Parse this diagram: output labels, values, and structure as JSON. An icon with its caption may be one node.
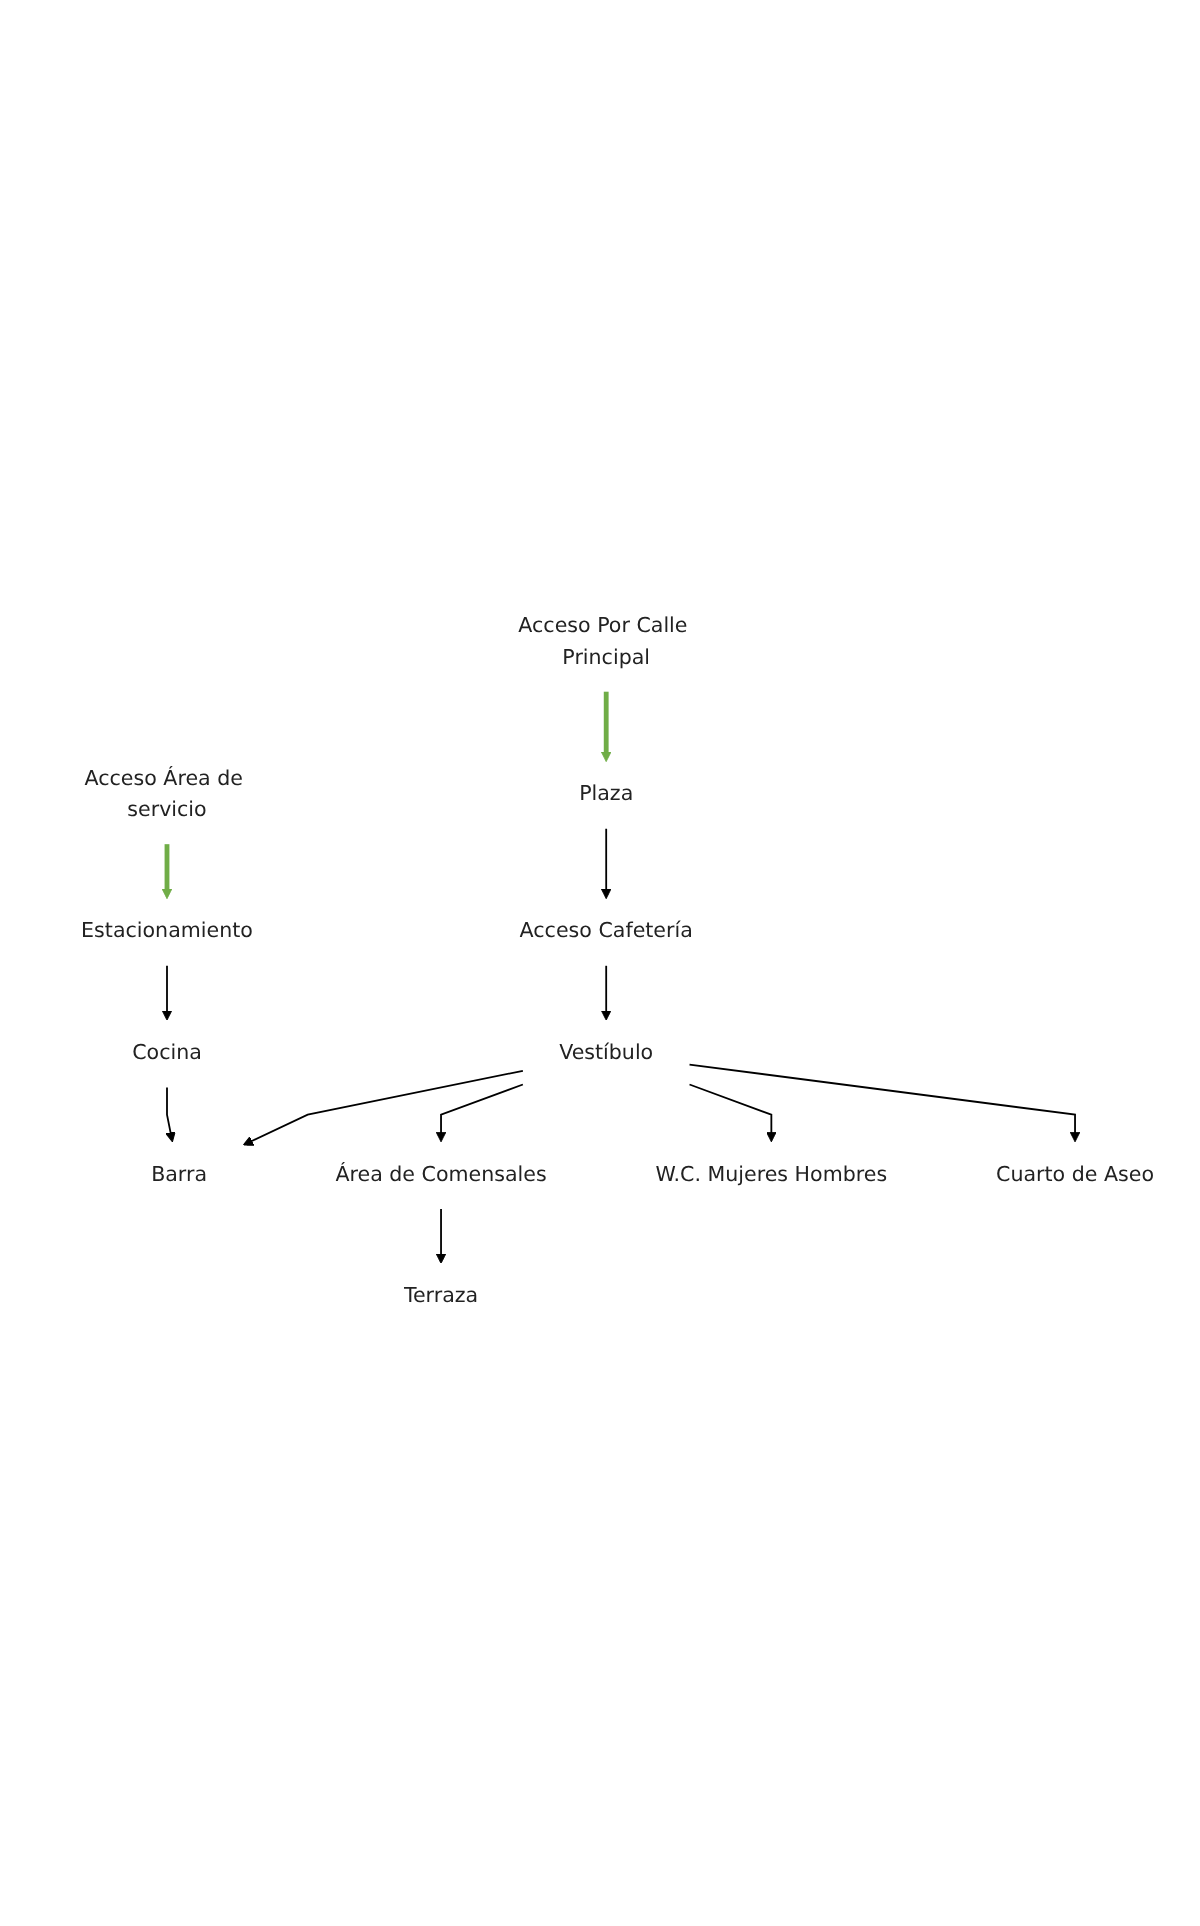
{
  "diagram": {
    "nodes": [
      {
        "text": [
          "Acceso Área de servicio"
        ]
      },
      {
        "text": [
          "Estacionamiento"
        ]
      },
      {
        "text": [
          "Cocina"
        ]
      },
      {
        "text": [
          "Barra"
        ]
      },
      {
        "text": [
          "Área de Comensales"
        ]
      },
      {
        "text": [
          "Terraza"
        ]
      },
      {
        "text": [
          "W.C. Mujeres Hombres"
        ]
      },
      {
        "text": [
          "Cuarto de Aseo"
        ]
      },
      {
        "text": [
          "Vestíbulo"
        ]
      },
      {
        "text": [
          "Acceso Cafetería"
        ]
      },
      {
        "text": [
          "Plaza"
        ]
      },
      {
        "text": [
          "Acceso Por Calle Principal"
        ]
      }
    ],
    "edges": [
      {
        "from": 0,
        "to": 1,
        "arrow": "to",
        "style": "thick",
        "color": "#70ad47"
      },
      {
        "from": 1,
        "to": 2,
        "arrow": "to"
      },
      {
        "from": 2,
        "to": 3,
        "arrow": "to"
      },
      {
        "from": 8,
        "to": 3,
        "arrow": "to"
      },
      {
        "from": 8,
        "to": 4,
        "arrow": "to"
      },
      {
        "from": 4,
        "to": 5,
        "arrow": "to"
      },
      {
        "from": 8,
        "to": 6,
        "arrow": "to"
      },
      {
        "from": 8,
        "to": 7,
        "arrow": "to"
      },
      {
        "from": 9,
        "to": 8,
        "arrow": "to"
      },
      {
        "from": 10,
        "to": 9,
        "arrow": "to"
      },
      {
        "from": 11,
        "to": 10,
        "arrow": "to",
        "style": "thick",
        "color": "#70ad47"
      }
    ]
  }
}
